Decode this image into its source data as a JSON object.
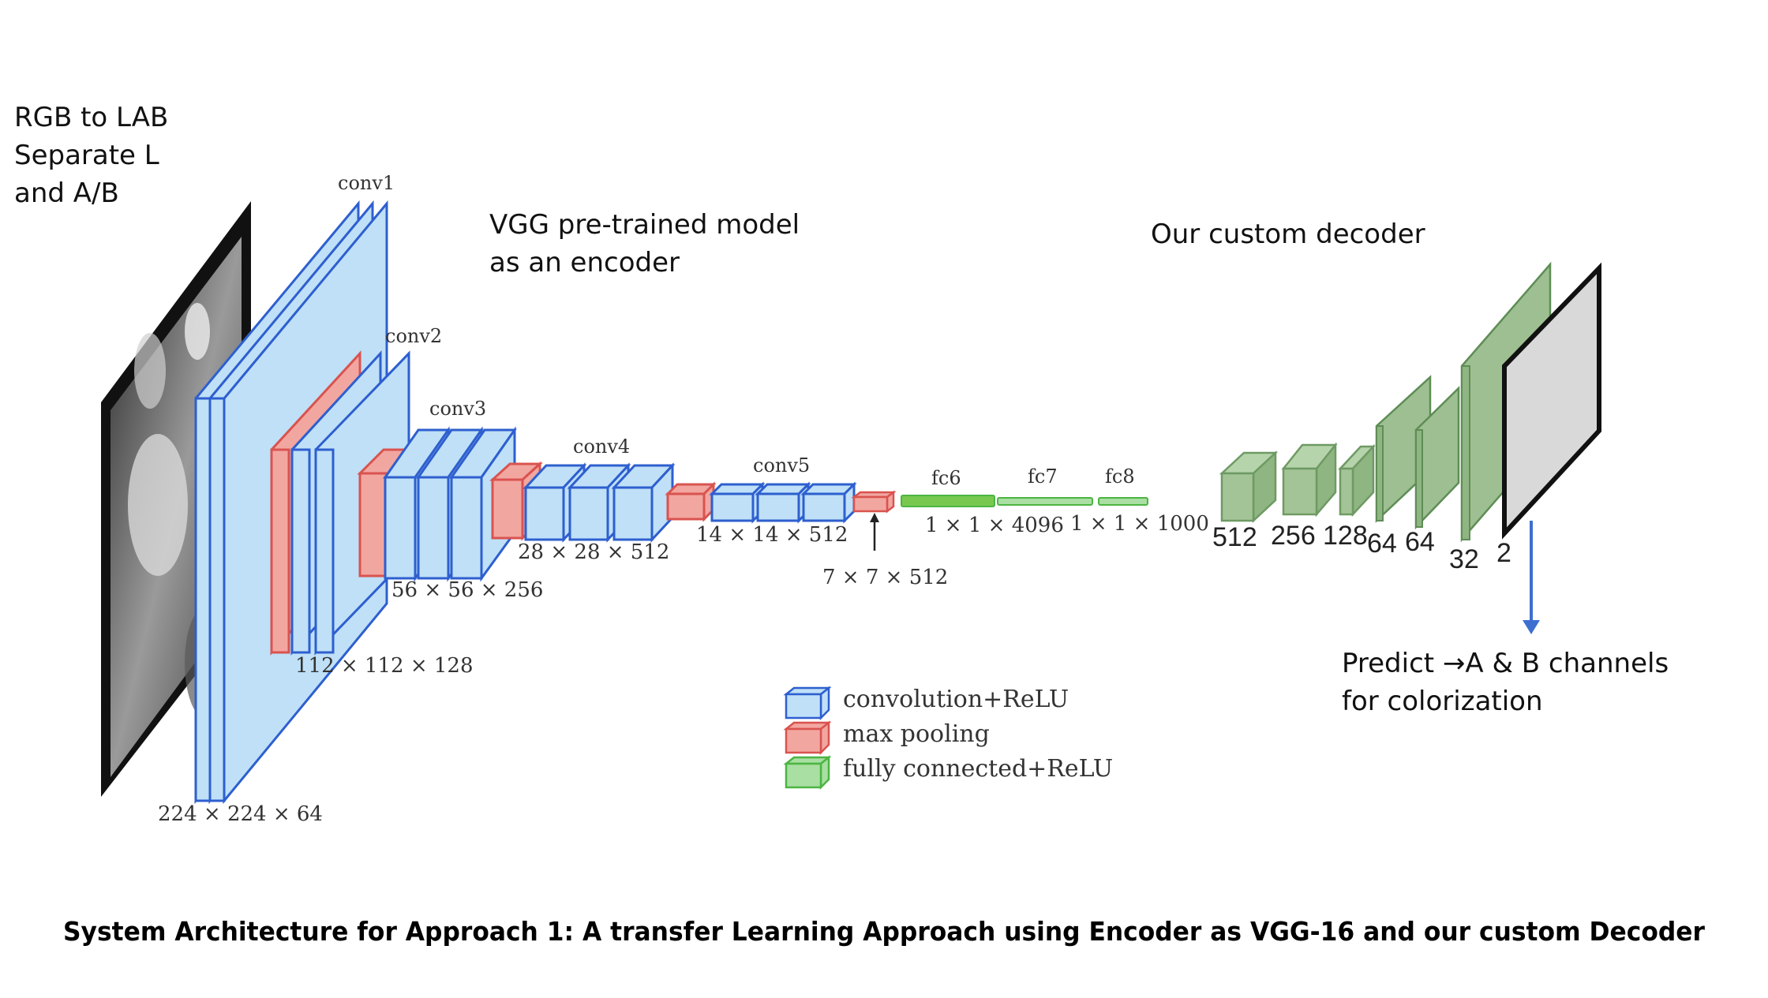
{
  "annotations": {
    "preprocess": [
      "RGB to LAB",
      "Separate L",
      "and A/B"
    ],
    "encoder": [
      "VGG pre-trained model",
      "as an encoder"
    ],
    "decoder": "Our custom decoder",
    "predict": [
      "Predict →A & B channels",
      "for colorization"
    ]
  },
  "encoder": {
    "layer_names": {
      "conv1": "conv1",
      "conv2": "conv2",
      "conv3": "conv3",
      "conv4": "conv4",
      "conv5": "conv5",
      "fc6": "fc6",
      "fc7": "fc7",
      "fc8": "fc8"
    },
    "dims": {
      "conv1": "224 × 224 × 64",
      "conv2": "112 × 112 × 128",
      "conv3": "56 × 56 × 256",
      "conv4": "28 × 28 × 512",
      "conv5": "14 × 14 × 512",
      "pool5": "7 × 7 × 512",
      "fc67": "1 × 1 × 4096",
      "fc8": "1 × 1 × 1000"
    }
  },
  "decoder_channels": [
    "512",
    "256",
    "128",
    "64",
    "64",
    "32",
    "2"
  ],
  "legend": [
    {
      "label": "convolution+ReLU",
      "color": "#bfe0f7",
      "border": "#2e5fcf"
    },
    {
      "label": "max pooling",
      "color": "#f2a6a0",
      "border": "#d9534f"
    },
    {
      "label": "fully connected+ReLU",
      "color": "#a9dfa2",
      "border": "#4cb543"
    }
  ],
  "colors": {
    "conv_fill": "#bfe0f7",
    "conv_stroke": "#2e5fcf",
    "pool_fill": "#f2a6a0",
    "pool_stroke": "#d9534f",
    "fc_fill": "#78c850",
    "decoder_fill": "#9dbf91",
    "decoder_stroke": "#5e8d55",
    "arrow": "#3d6fd1"
  },
  "caption": "System Architecture for Approach 1: A transfer Learning Approach using Encoder as VGG-16 and our custom Decoder"
}
